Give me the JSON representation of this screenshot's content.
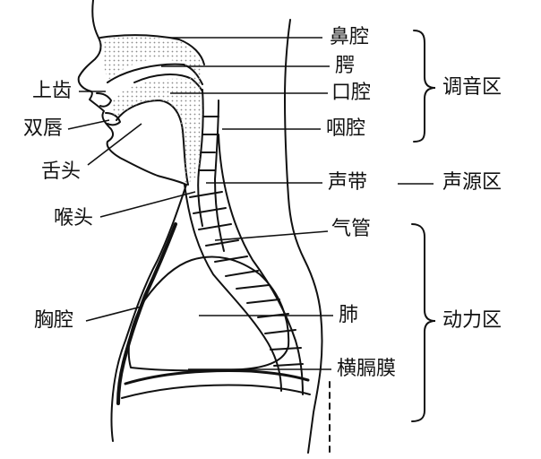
{
  "colors": {
    "ink": "#111111",
    "stipple": "#8a8a8a",
    "background": "#ffffff"
  },
  "labels": {
    "nasal_cavity": "鼻腔",
    "palate": "腭",
    "oral_cavity": "口腔",
    "pharynx": "咽腔",
    "vocal_cords": "声带",
    "trachea": "气管",
    "lung": "肺",
    "diaphragm": "横膈膜",
    "upper_teeth": "上齿",
    "lips": "双唇",
    "tongue": "舌头",
    "larynx": "喉头",
    "thoracic_cavity": "胸腔"
  },
  "regions": {
    "articulation": "调音区",
    "voice_source": "声源区",
    "power": "动力区"
  }
}
